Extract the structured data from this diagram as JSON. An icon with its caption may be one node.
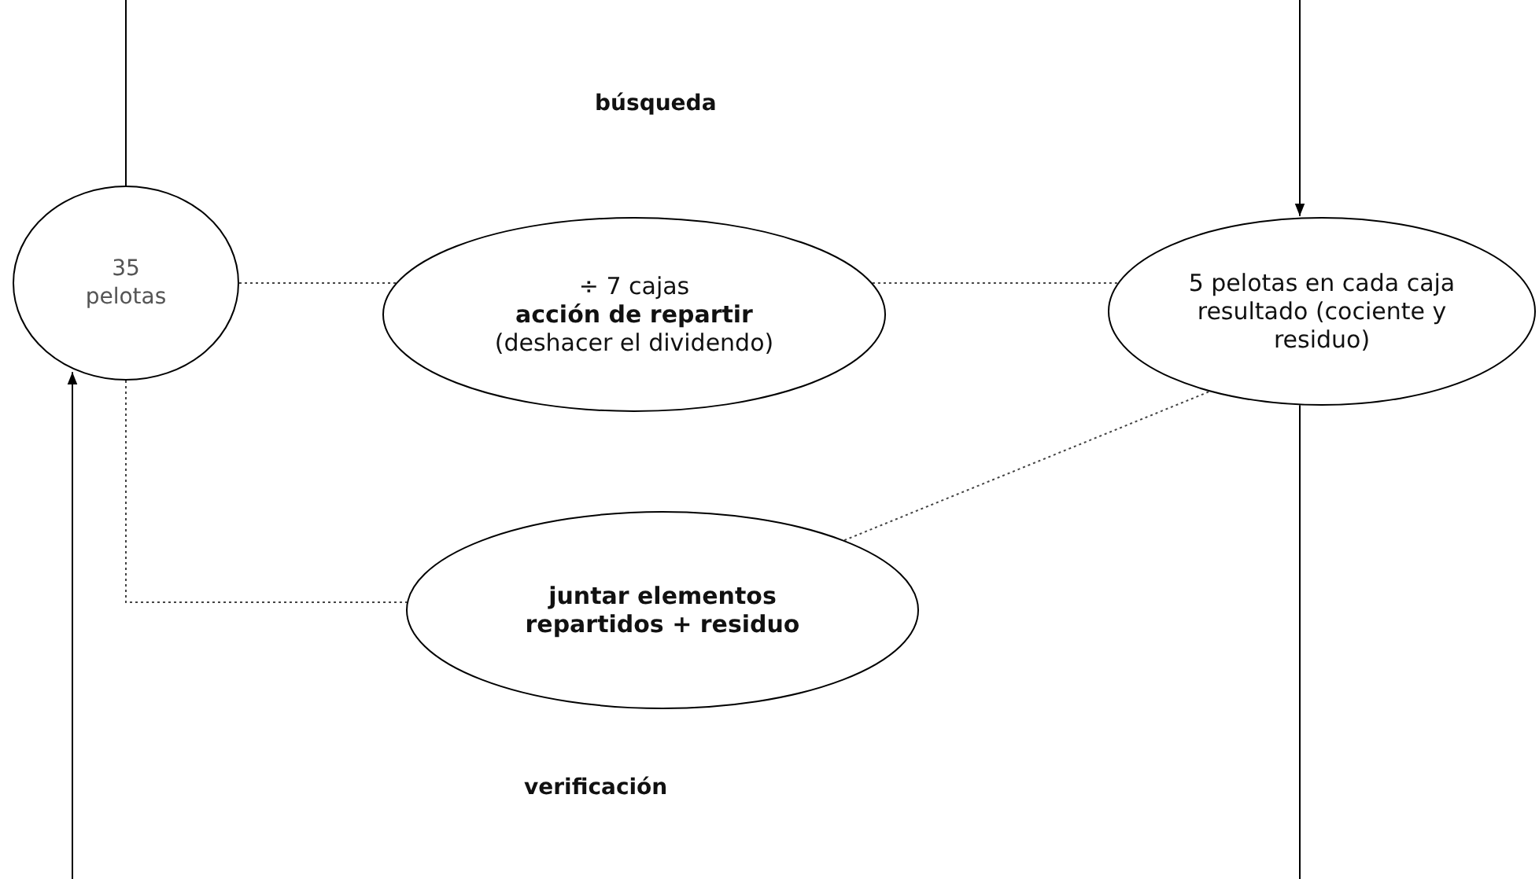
{
  "diagram": {
    "nodes": [
      {
        "text": [
          "35 pelotas"
        ]
      },
      {
        "text": [
          "÷ 7 cajas",
          "**acción de repartir**",
          "(deshacer el dividendo)"
        ]
      },
      {
        "text": [
          "5 pelotas en cada caja resultado (cociente y residuo)"
        ]
      },
      {
        "text": [
          "juntar elementos repartidos + residuo"
        ]
      }
    ],
    "edges": [
      {
        "from": null,
        "to": 0,
        "arrow": "none"
      },
      {
        "from": null,
        "to": 0,
        "arrow": "to"
      },
      {
        "from": null,
        "to": 2,
        "arrow": "to"
      },
      {
        "from": 2,
        "to": null,
        "arrow": "none"
      },
      {
        "from": 0,
        "to": 1,
        "arrow": "none",
        "style": "dashed"
      },
      {
        "from": 1,
        "to": 2,
        "arrow": "none",
        "style": "dashed"
      },
      {
        "from": 0,
        "to": 3,
        "arrow": "none",
        "style": "dashed"
      },
      {
        "from": 3,
        "to": 2,
        "arrow": "none",
        "style": "dashed"
      }
    ],
    "labels": [
      "búsqueda",
      "verificación"
    ]
  }
}
